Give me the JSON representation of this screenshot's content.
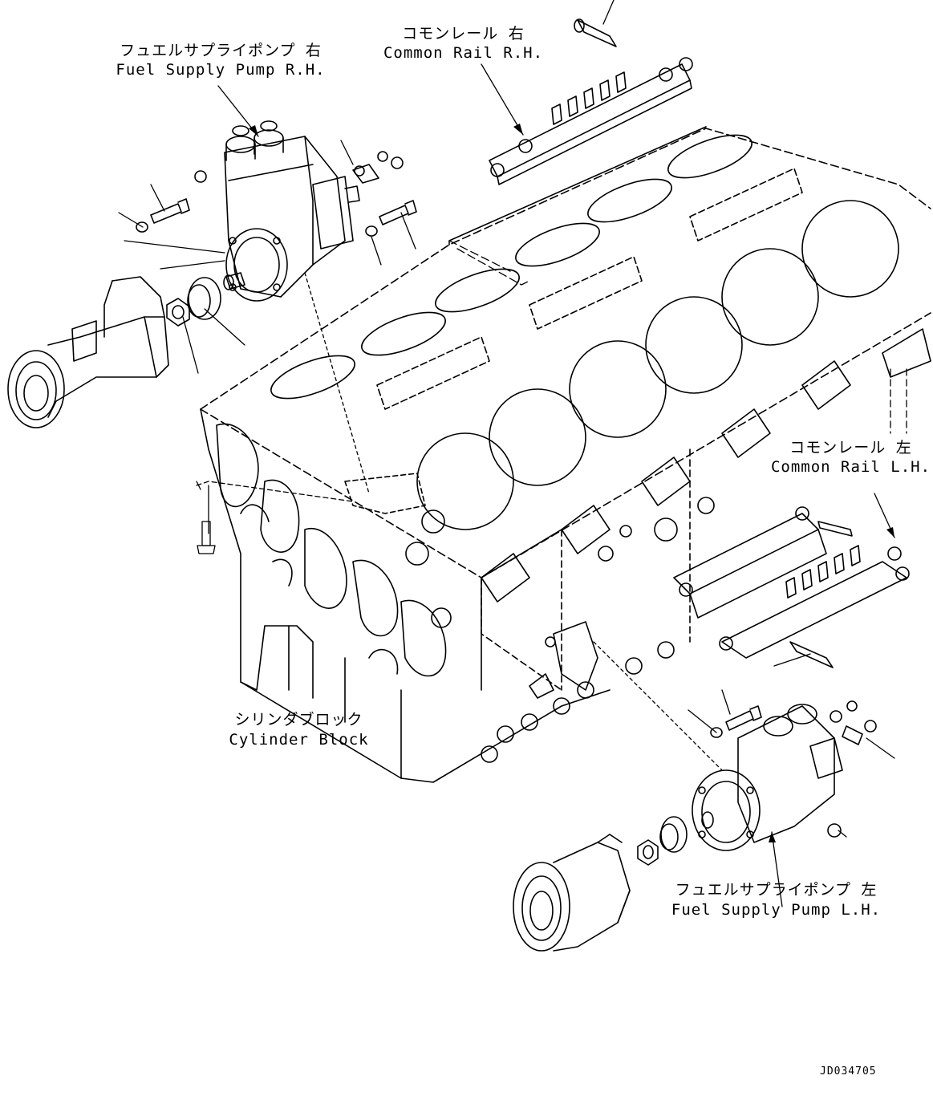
{
  "labels": {
    "pump_rh_jp": "フュエルサプライポンプ 右",
    "pump_rh_en": "Fuel Supply Pump R.H.",
    "rail_rh_jp": "コモンレール 右",
    "rail_rh_en": "Common Rail R.H.",
    "rail_lh_jp": "コモンレール 左",
    "rail_lh_en": "Common Rail L.H.",
    "block_jp": "シリンダブロック",
    "block_en": "Cylinder Block",
    "pump_lh_jp": "フュエルサプライポンプ 左",
    "pump_lh_en": "Fuel Supply Pump L.H."
  },
  "drawing_code": "JD034705"
}
